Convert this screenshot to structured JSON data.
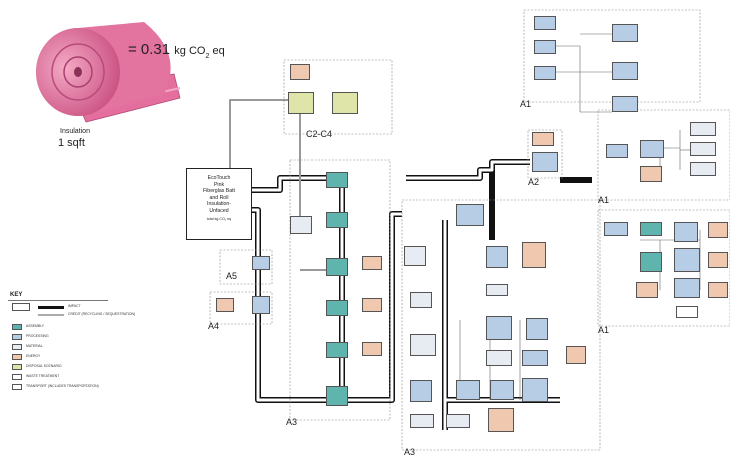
{
  "product": {
    "label": "Insulation",
    "unit": "1 sqft",
    "equation_prefix": "= 0.31",
    "equation_unit": "kg CO",
    "equation_sub": "2",
    "equation_suffix": " eq"
  },
  "main_box": {
    "lines": [
      "EcoTouch",
      "Pink",
      "Fiberglas Batt",
      "and Roll",
      "Insulation-",
      "Unfaced"
    ],
    "total": "total kg CO₂ eq"
  },
  "stages": {
    "c2c4": "C2-C4",
    "a5": "A5",
    "a4": "A4",
    "a3_left": "A3",
    "a3_bottom": "A3",
    "a2": "A2",
    "a1_top": "A1",
    "a1_mid": "A1",
    "a1_bottom": "A1"
  },
  "key": {
    "title": "KEY",
    "impact": "IMPACT",
    "credit": "CREDIT (RECYCLING / SEQUESTRATION)",
    "items": [
      {
        "label": "ASSEMBLY",
        "color": "#5fb4ad"
      },
      {
        "label": "PROCESSING",
        "color": "#b7cde6"
      },
      {
        "label": "MATERIAL",
        "color": "#e6ecf2"
      },
      {
        "label": "ENERGY",
        "color": "#f0c8b0"
      },
      {
        "label": "DISPOSAL SCENARIO",
        "color": "#dfe5a8"
      },
      {
        "label": "WASTE TREATMENT",
        "color": "#ffffff"
      },
      {
        "label": "TRANSPORT (INCLUDES TRANSPORTATION)",
        "color": "#ffffff"
      }
    ]
  },
  "colors": {
    "assembly": "#5fb4ad",
    "processing": "#b7cde6",
    "material": "#e6ecf2",
    "energy": "#f0c8b0",
    "disposal": "#dfe5a8",
    "insulation_pink": "#e5709e"
  }
}
